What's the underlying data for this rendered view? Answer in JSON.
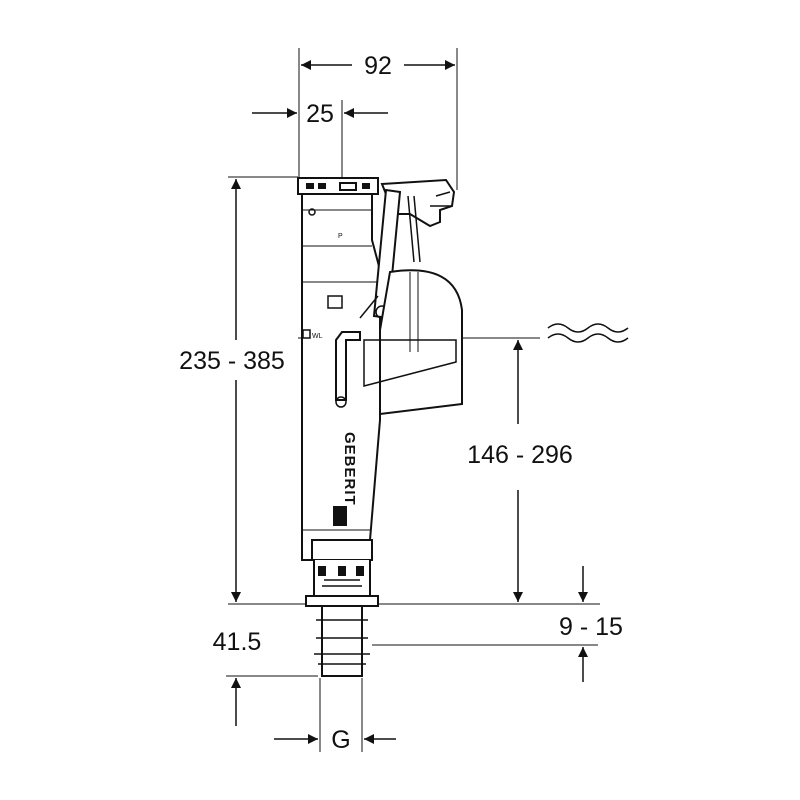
{
  "dimensions": {
    "width_total": "92",
    "width_offset": "25",
    "height_range": "235 - 385",
    "water_level_range": "146 - 296",
    "thread_length": "9 - 15",
    "base_height": "41.5",
    "thread_size": "G"
  },
  "brand": {
    "logo_text": "GEBERIT"
  },
  "markings": {
    "water_level_mark": "WL",
    "float_mark": "P"
  },
  "colors": {
    "line": "#111111",
    "background": "#ffffff"
  },
  "icons": {
    "water_surface": "wave-icon"
  }
}
